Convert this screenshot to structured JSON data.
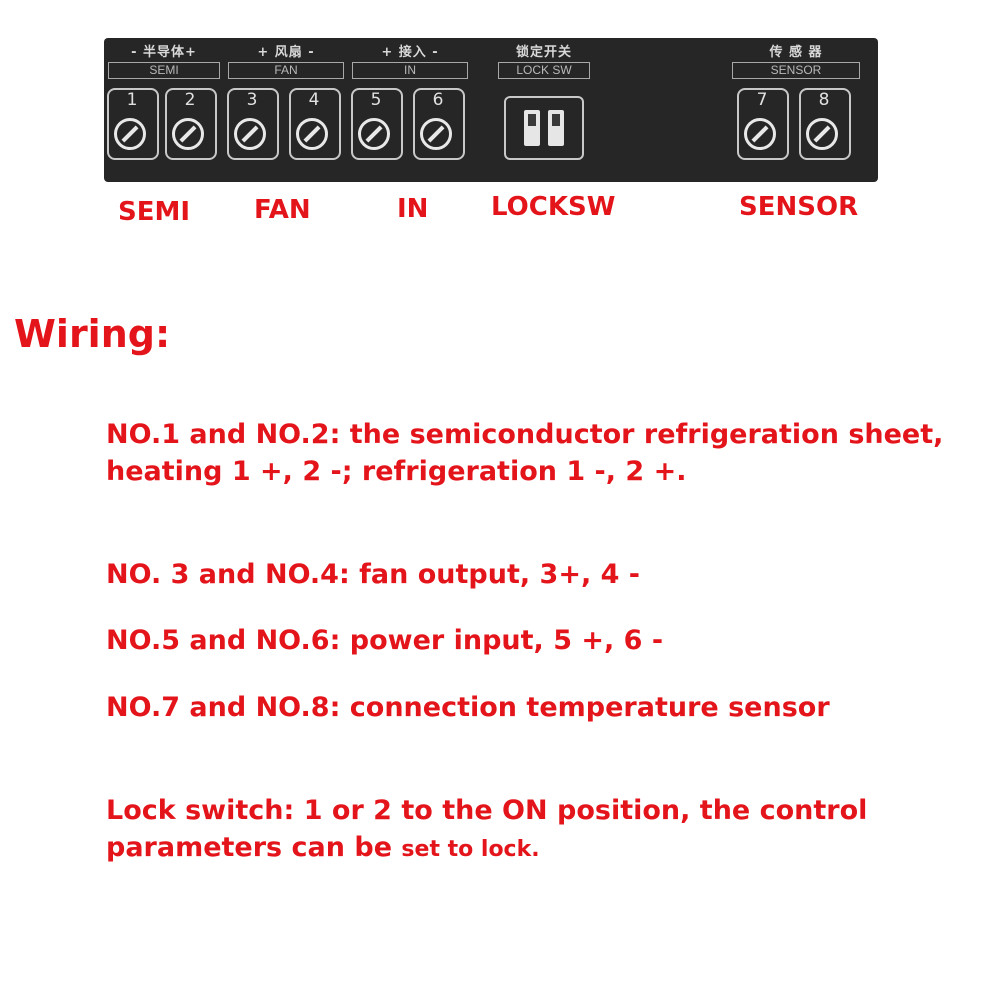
{
  "panel": {
    "groups": [
      {
        "cn": "- 半导体+",
        "en": "SEMI"
      },
      {
        "cn": "+ 风扇 -",
        "en": "FAN"
      },
      {
        "cn": "+ 接入 -",
        "en": "IN"
      },
      {
        "cn": "锁定开关",
        "en": "LOCK SW"
      },
      {
        "cn": "传 感 器",
        "en": "SENSOR"
      }
    ],
    "terminals": [
      "1",
      "2",
      "3",
      "4",
      "5",
      "6",
      "7",
      "8"
    ]
  },
  "labels": {
    "semi": "SEMI",
    "fan": "FAN",
    "in": "IN",
    "locksw": "LOCKSW",
    "sensor": "SENSOR"
  },
  "wiring": {
    "heading": "Wiring:",
    "items": [
      "NO.1 and NO.2: the semiconductor refrigeration sheet, heating 1 +, 2 -; refrigeration 1 -, 2 +.",
      "NO. 3 and NO.4: fan output, 3+, 4 -",
      "NO.5 and NO.6: power input, 5 +, 6 -",
      "NO.7 and NO.8: connection temperature sensor"
    ],
    "lock_main": "Lock switch: 1 or 2 to the ON position, the control parameters can be ",
    "lock_small": "set to lock."
  },
  "colors": {
    "text_red": "#e4141b",
    "panel": "#262626"
  }
}
